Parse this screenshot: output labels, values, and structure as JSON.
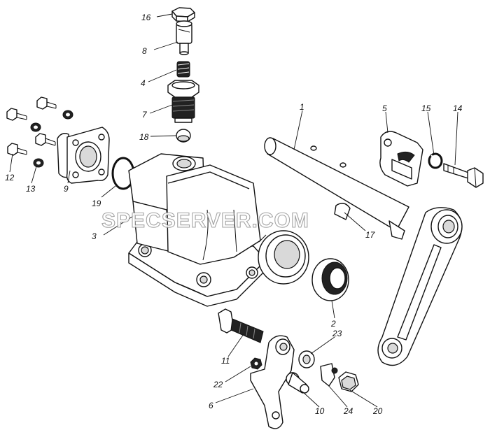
{
  "watermark": "SPECSERVER.COM",
  "labels": {
    "l1": "1",
    "l2": "2",
    "l3": "3",
    "l4": "4",
    "l5": "5",
    "l6": "6",
    "l7": "7",
    "l8": "8",
    "l9": "9",
    "l10": "10",
    "l11": "11",
    "l12": "12",
    "l13": "13",
    "l14": "14",
    "l15": "15",
    "l16": "16",
    "l17": "17",
    "l18": "18",
    "l19": "19",
    "l20": "20",
    "l22": "22",
    "l23": "23",
    "l24": "24"
  }
}
